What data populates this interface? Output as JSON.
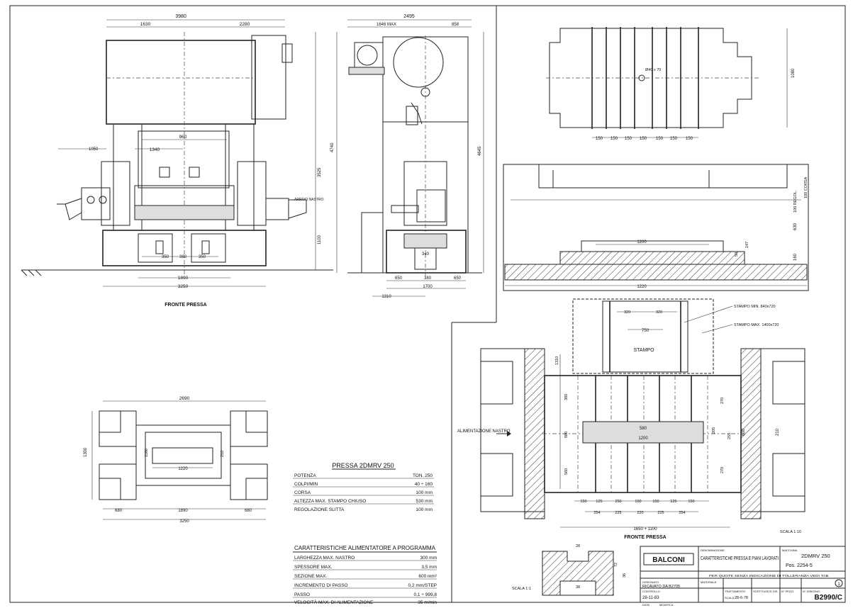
{
  "front_view": {
    "overall_width": "3980",
    "top_left": "1630",
    "top_right": "2280",
    "side_dim": "1050",
    "inner_1340": "1340",
    "inner_960": "960",
    "bottom_350a": "350",
    "bottom_380": "380",
    "bottom_350b": "350",
    "base_1890": "1890",
    "base_3250": "3250",
    "height_1100": "1100",
    "height_3525": "3525",
    "feed_label": "ARRIVO NASTRO",
    "caption": "FRONTE PRESSA"
  },
  "side_view": {
    "overall_width": "2495",
    "top_left": "1646 MAX",
    "top_right": "858",
    "height_4740": "4740",
    "height_4645": "4645",
    "bottom_650a": "650",
    "bottom_380": "380",
    "bottom_650b": "650",
    "base_1700": "1700",
    "base_1310": "1310",
    "bed_340": "340"
  },
  "plan_top": {
    "dims": [
      "150",
      "150",
      "150",
      "150",
      "150",
      "150",
      "150"
    ],
    "hole": "Ø40 x 70",
    "height_1080": "1080"
  },
  "section_view": {
    "width_1200": "1200",
    "width_1220": "1220",
    "stroke": "100 CORSA",
    "reg": "100 REGOL.",
    "h630": "630",
    "h160": "160",
    "h50": "50",
    "h147": "147"
  },
  "die_plan": {
    "dim_320a": "320",
    "dim_320b": "320",
    "dim_750": "750",
    "label_min": "STAMPO MIN. 840x720",
    "label_max": "STAMPO MAX. 1400x720",
    "stampo": "STAMPO",
    "feed_label": "ALIMENTAZIONE NASTRO",
    "left_1310": "1310",
    "left_380": "380",
    "left_880": "880",
    "left_560": "560",
    "bolster_580": "580",
    "bolster_1200": "1200",
    "right_dims": [
      "270",
      "270",
      "205",
      "255",
      "630",
      "210"
    ],
    "bottom_row1": [
      "150",
      "125",
      "250",
      "150",
      "150",
      "125",
      "150"
    ],
    "bottom_row2": [
      "254",
      "225",
      "220",
      "225",
      "254"
    ],
    "overall": "1650 + 1100",
    "caption": "FRONTE PRESSA",
    "scale": "SCALA 1:10"
  },
  "foundation_plan": {
    "overall": "2690",
    "left_1300": "1300",
    "inner_1160": "1160",
    "inner_1220": "1220",
    "inner_210": "210",
    "base_680a": "680",
    "base_1890": "1890",
    "base_680b": "680",
    "base_3250": "3250"
  },
  "press_table": {
    "title": "PRESSA 2DMRV 250",
    "rows": [
      {
        "label": "POTENZA",
        "value": "TON. 250"
      },
      {
        "label": "COLPI/MIN",
        "value": "40 ÷ 160"
      },
      {
        "label": "CORSA",
        "value": "100 mm"
      },
      {
        "label": "ALTEZZA MAX. STAMPO CHIUSO",
        "value": "530 mm"
      },
      {
        "label": "REGOLAZIONE SLITTA",
        "value": "100 mm"
      }
    ]
  },
  "feeder_table": {
    "title": "CARATTERISTICHE ALIMENTATORE A PROGRAMMA",
    "rows": [
      {
        "label": "LARGHEZZA MAX. NASTRO",
        "value": "300 mm"
      },
      {
        "label": "SPESSORE MAX.",
        "value": "3,5 mm"
      },
      {
        "label": "SEZIONE MAX.",
        "value": "600 mm²"
      },
      {
        "label": "INCREMENTO DI PASSO",
        "value": "0,2 mm/STEP"
      },
      {
        "label": "PASSO",
        "value": "0,1 ÷ 999,8"
      },
      {
        "label": "VELOCITÀ MAX. DI ALIMENTAZIONE",
        "value": "35 m/min"
      }
    ]
  },
  "detail": {
    "scale": "SCALA 1:1",
    "d1": "28",
    "d2": "72",
    "d3": "36",
    "d4": "38"
  },
  "title_block": {
    "brand": "BALCONI",
    "denominazione_label": "DENOMINAZIONE",
    "denominazione": "CARATTERISTICHE PRESSA E PIANI LAVORATI",
    "macchina_label": "MACCHINA",
    "macchina": "2DMRV 250",
    "pos": "Pos. 2254-5",
    "tolleranze": "PER QUOTE SENZA INDICAZIONE DI TOLLERANZA VEDI TAB.",
    "disegnato_label": "DISEGNATO",
    "materiale_label": "MATERIALE",
    "controllo_label": "CONTROLLO",
    "trattamento_label": "TRATTAMENTO",
    "sostituisce_label": "SOSTITUISCE DIS.",
    "nr_pezzi_label": "N° PEZZI",
    "disegno_label": "N° DISEGNO",
    "ricavato": "RICAVATO DA B2705",
    "date": "28-11-83",
    "date2": "28-6-78",
    "scala_label": "SCALA",
    "drawing_no": "B2990/C",
    "sheet": "1",
    "data_label": "DATA",
    "modifica_label": "MODIFICA"
  }
}
